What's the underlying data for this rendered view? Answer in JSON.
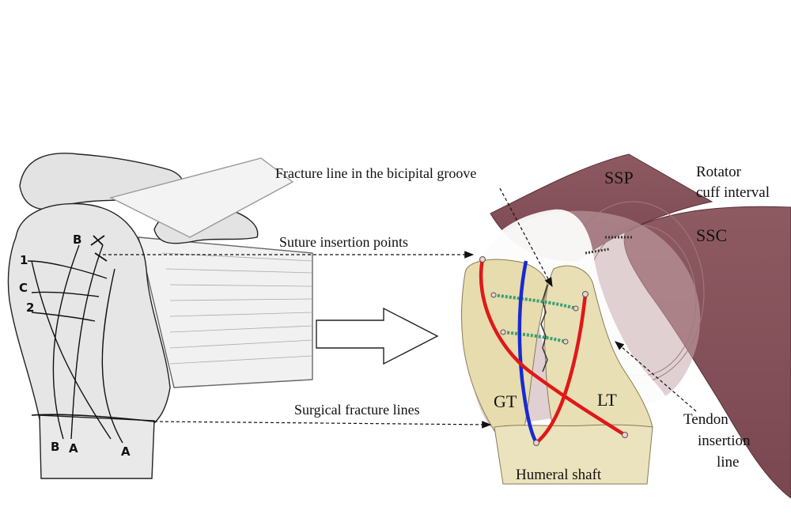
{
  "labels": {
    "fracture_groove": "Fracture line in the bicipital groove",
    "suture_points": "Suture insertion points",
    "surgical_lines": "Surgical fracture lines",
    "ssp": "SSP",
    "ssc": "SSC",
    "rotator_line1": "Rotator",
    "rotator_line2": "cuff interval",
    "gt": "GT",
    "lt": "LT",
    "humeral_shaft": "Humeral shaft",
    "tendon_line1": "Tendon",
    "tendon_line2": "insertion",
    "tendon_line3": "line"
  },
  "sketch_labels": {
    "b_top": "B",
    "one": "1",
    "c": "C",
    "two": "2",
    "b_bottom": "B",
    "a_bottom": "A",
    "a_right": "A"
  },
  "colors": {
    "muscle": "#8a5058",
    "bone": "#e6dcae",
    "suture_red": "#e01818",
    "suture_blue": "#1a2ad0",
    "suture_green": "#3aa070"
  }
}
